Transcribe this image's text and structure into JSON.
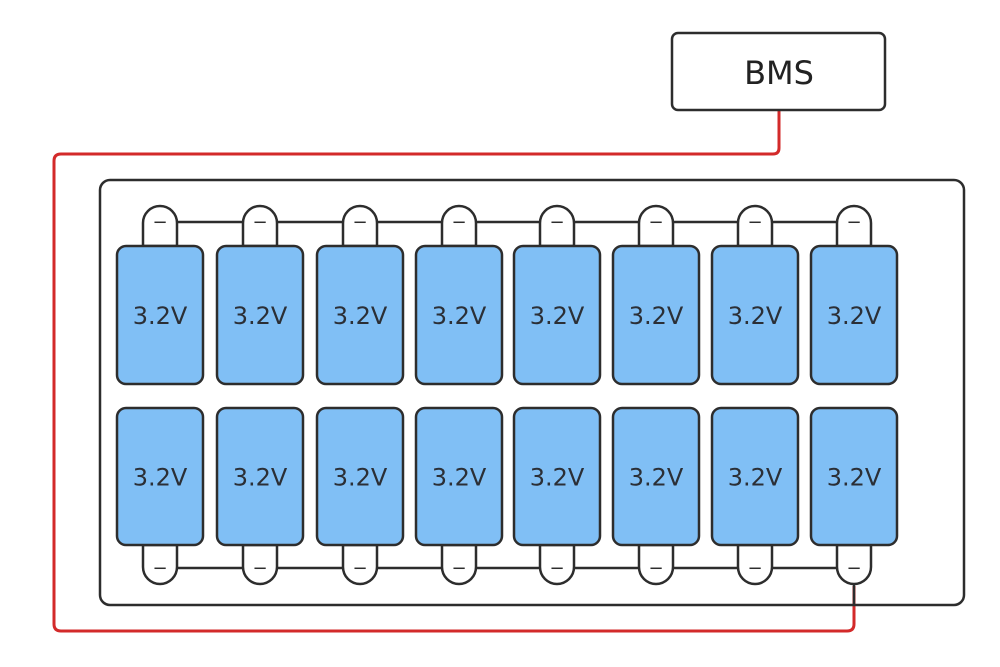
{
  "bms": {
    "label": "BMS"
  },
  "pack": {
    "rows": [
      {
        "position": "top",
        "cells": [
          "3.2V",
          "3.2V",
          "3.2V",
          "3.2V",
          "3.2V",
          "3.2V",
          "3.2V",
          "3.2V"
        ]
      },
      {
        "position": "bottom",
        "cells": [
          "3.2V",
          "3.2V",
          "3.2V",
          "3.2V",
          "3.2V",
          "3.2V",
          "3.2V",
          "3.2V"
        ]
      }
    ],
    "terminal_symbol": "−"
  },
  "colors": {
    "cell_fill": "#80bff5",
    "outline": "#2d2d2d",
    "bms_wire": "#d32a2a",
    "background": "#ffffff"
  }
}
